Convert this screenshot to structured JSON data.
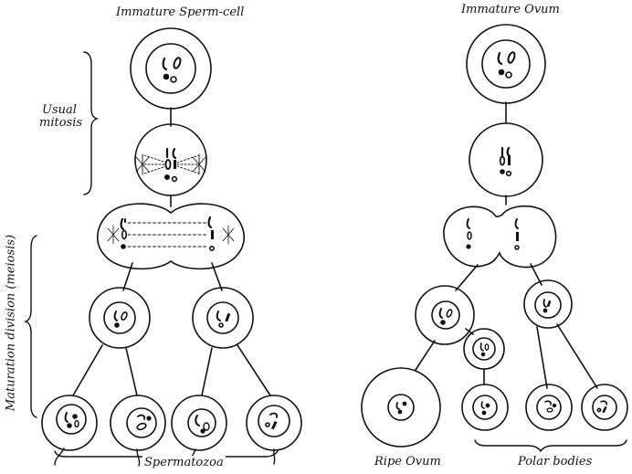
{
  "labels": {
    "immature_sperm": "Immature Sperm-cell",
    "immature_ovum": "Immature Ovum",
    "usual_mitosis_line1": "Usual",
    "usual_mitosis_line2": "mitosis",
    "maturation_division": "Maturation division (meiosis)",
    "spermatozoa": "Spermatozoa",
    "ripe_ovum": "Ripe Ovum",
    "polar_bodies": "Polar bodies"
  },
  "colors": {
    "ink": "#111111",
    "background": "#ffffff"
  }
}
